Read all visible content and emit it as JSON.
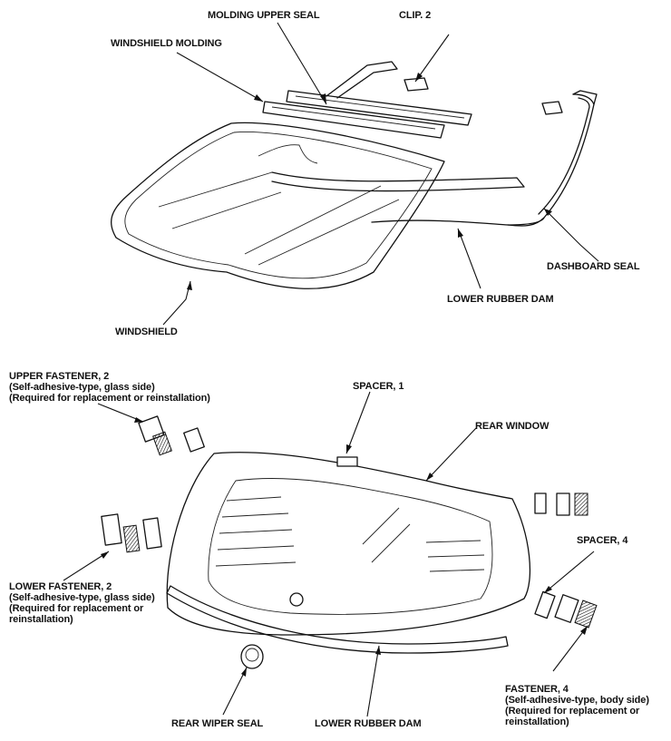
{
  "labels": {
    "molding_upper_seal": "MOLDING UPPER SEAL",
    "clip": "CLIP. 2",
    "windshield_molding": "WINDSHIELD MOLDING",
    "dashboard_seal": "DASHBOARD SEAL",
    "lower_rubber_dam_top": "LOWER RUBBER DAM",
    "windshield": "WINDSHIELD",
    "upper_fastener": {
      "line1": "UPPER FASTENER, 2",
      "line2": "(Self-adhesive-type, glass side)",
      "line3": "(Required for replacement or reinstallation)"
    },
    "spacer_1": "SPACER, 1",
    "rear_window": "REAR WINDOW",
    "spacer_4": "SPACER, 4",
    "lower_fastener": {
      "line1": "LOWER FASTENER, 2",
      "line2": "(Self-adhesive-type, glass side)",
      "line3": "(Required for replacement or",
      "line4": "reinstallation)"
    },
    "fastener_4": {
      "line1": "FASTENER, 4",
      "line2": "(Self-adhesive-type, body side)",
      "line3": "(Required for replacement or",
      "line4": "reinstallation)"
    },
    "rear_wiper_seal": "REAR WIPER SEAL",
    "lower_rubber_dam_bottom": "LOWER RUBBER DAM"
  }
}
